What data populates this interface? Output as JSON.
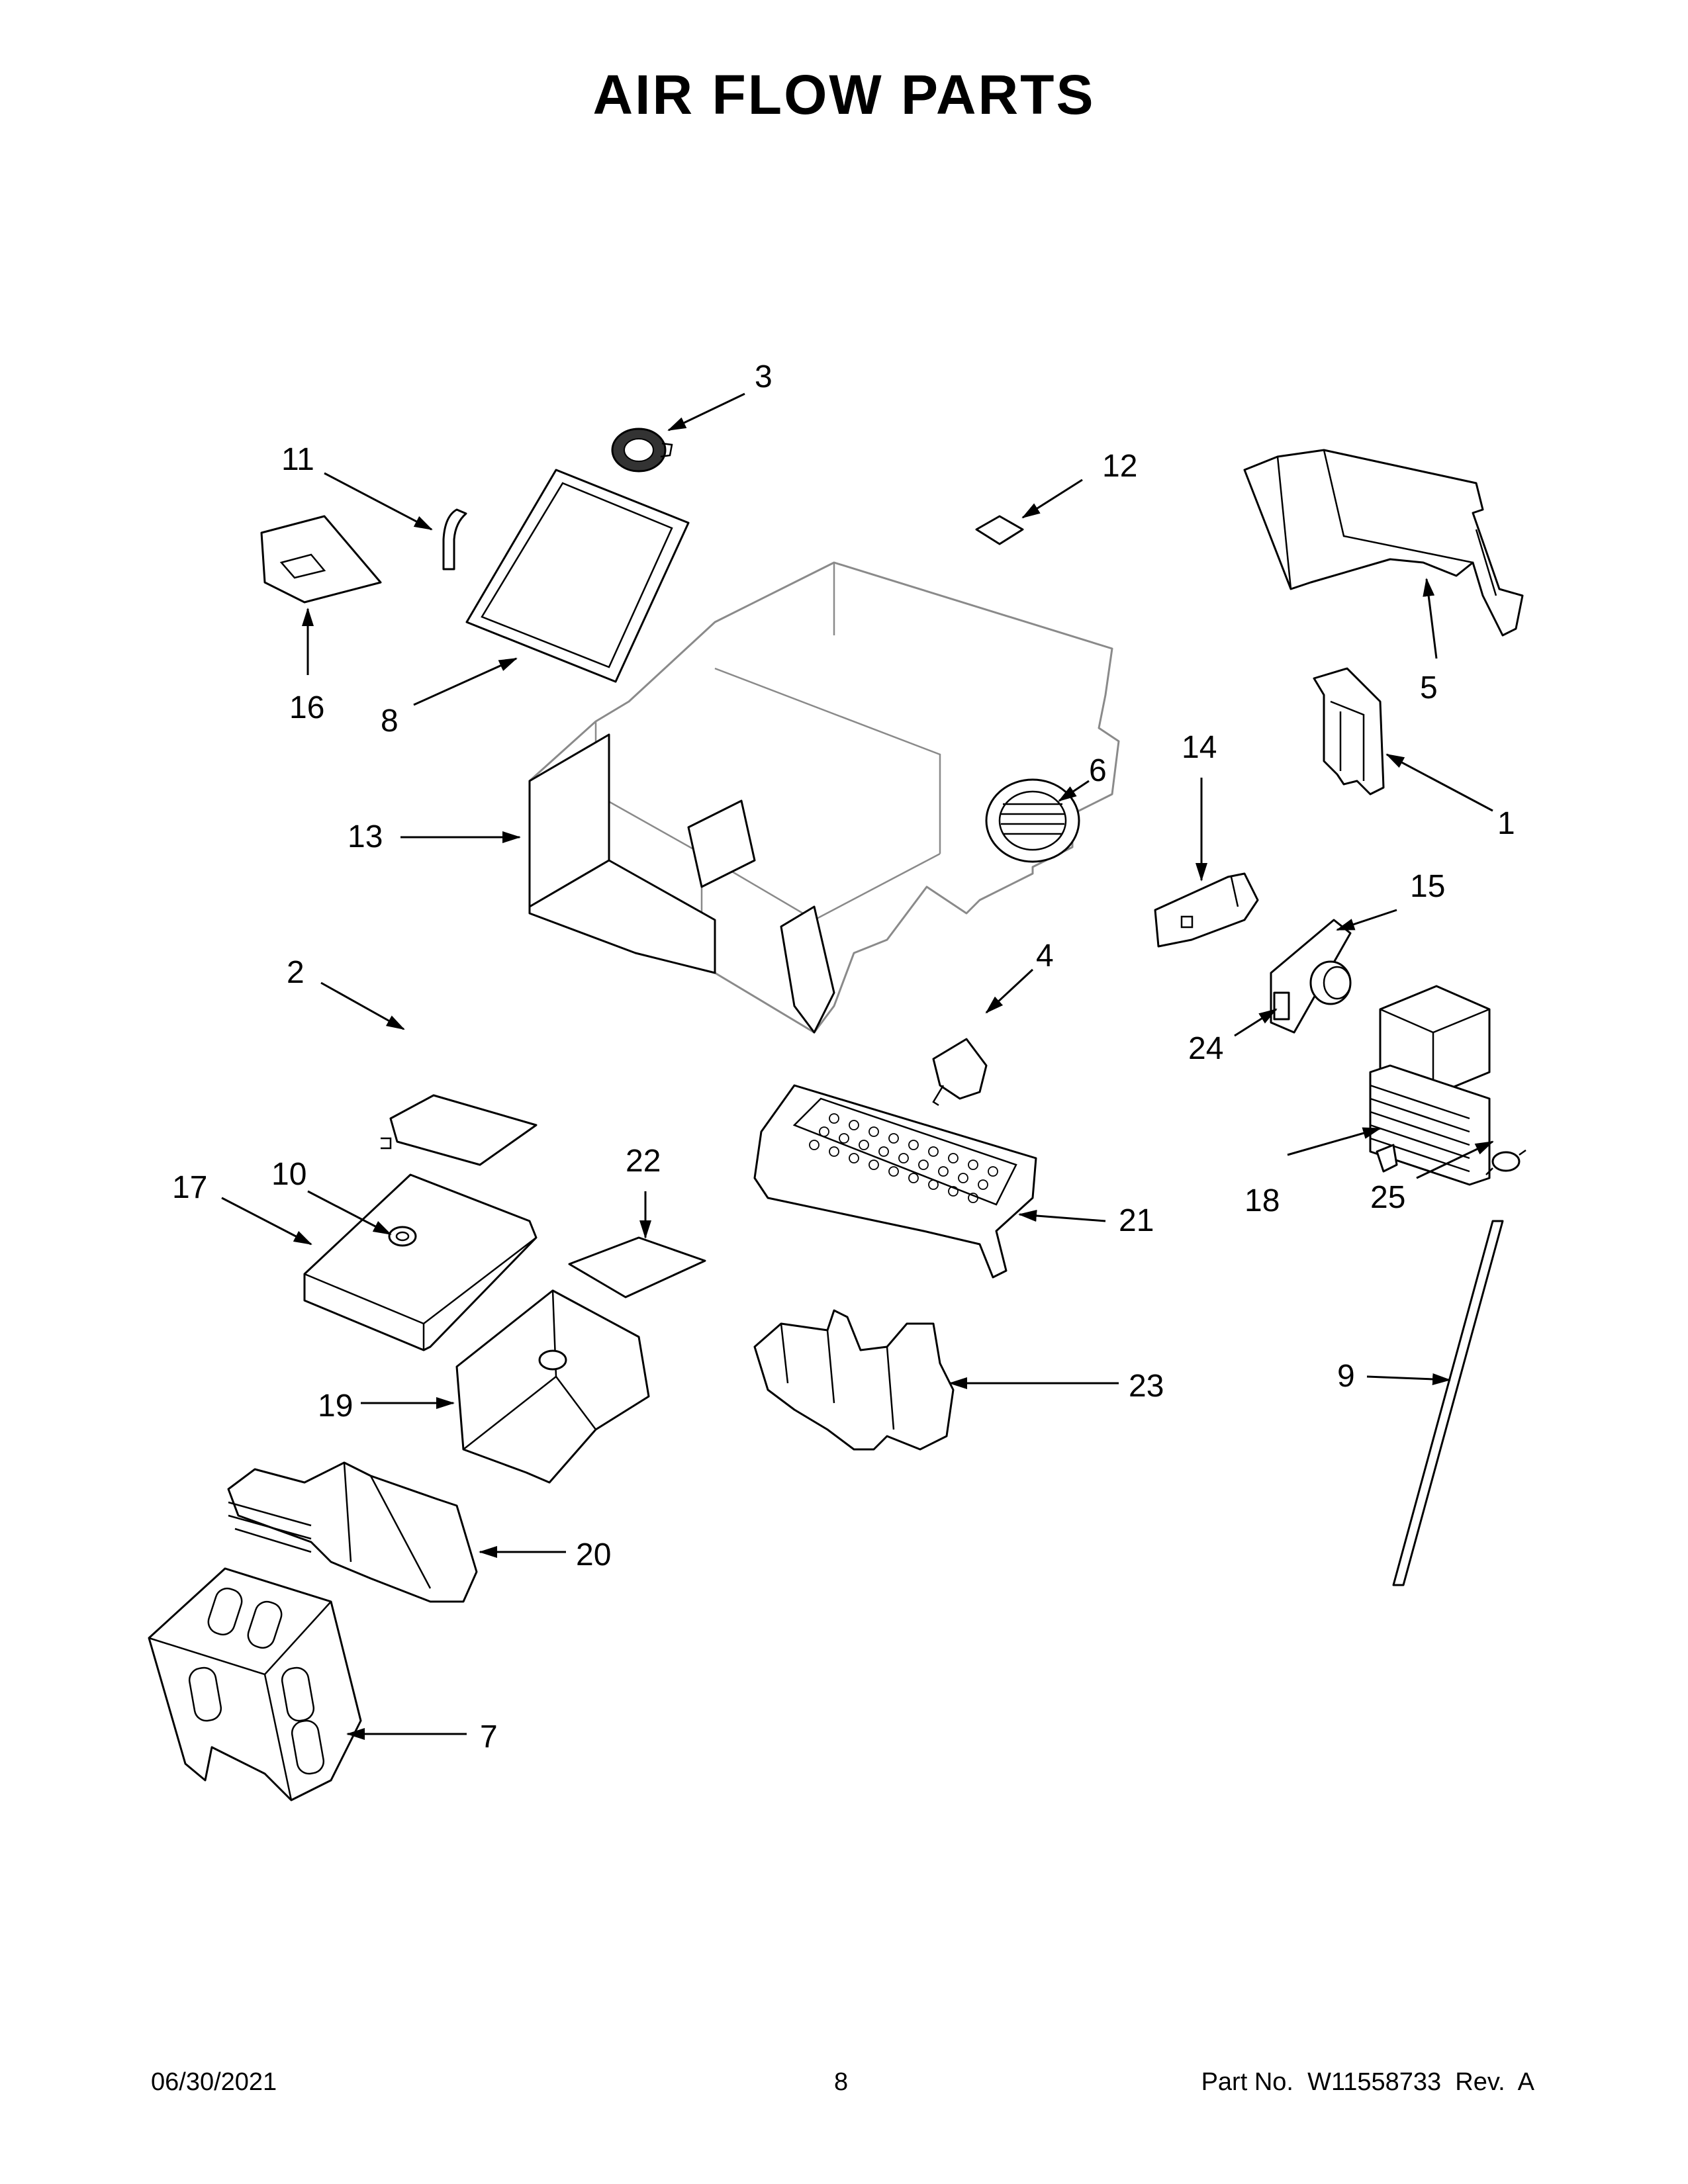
{
  "title": "AIR FLOW PARTS",
  "callouts": {
    "c1": "1",
    "c2": "2",
    "c3": "3",
    "c4": "4",
    "c5": "5",
    "c6": "6",
    "c7": "7",
    "c8": "8",
    "c9": "9",
    "c10": "10",
    "c11": "11",
    "c12": "12",
    "c13": "13",
    "c14": "14",
    "c15": "15",
    "c16": "16",
    "c17": "17",
    "c18": "18",
    "c19": "19",
    "c20": "20",
    "c21": "21",
    "c22": "22",
    "c23": "23",
    "c24": "24",
    "c25": "25"
  },
  "footer": {
    "date": "06/30/2021",
    "page": "8",
    "part_number": "Part No.  W11558733  Rev.  A"
  }
}
